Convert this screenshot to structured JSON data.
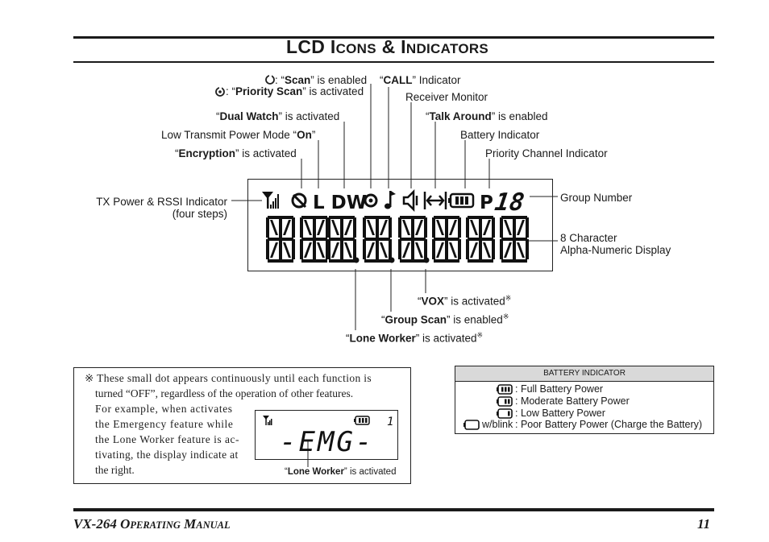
{
  "title": {
    "first": "LCD I",
    "s1": "CONS",
    "amp": " & I",
    "s2": "NDICATORS"
  },
  "labels": {
    "scan_a": "“Scan” is enabled",
    "scan_b": "“Priority Scan” is activated",
    "call": "“CALL” Indicator",
    "receiver_monitor": "Receiver Monitor",
    "dual_watch": "“Dual Watch” is activated",
    "talk_around": "“Talk Around” is enabled",
    "low_power": "Low Transmit Power Mode “On”",
    "battery": "Battery Indicator",
    "encryption": "“Encryption” is activated",
    "priority_channel": "Priority Channel Indicator",
    "tx_power_1": "TX Power & RSSI Indicator",
    "tx_power_2": "(four steps)",
    "group_number": "Group Number",
    "char_display_1": "8 Character",
    "char_display_2": "Alpha-Numeric Display",
    "vox": "“VOX” is activated",
    "group_scan": "“Group Scan” is enabled",
    "lone_worker": "“Lone Worker” is activated"
  },
  "lcd": {
    "icons_text": "L DW",
    "group_digits": "18",
    "chars": "88888888"
  },
  "note": {
    "line1": "※ These small dot appears continuously until each function is",
    "line2": "turned “OFF”, regardless of the operation of other features.",
    "line3": "For example, when activates",
    "line4": "the Emergency feature while",
    "line5": "the Lone Worker feature is ac-",
    "line6": "tivating, the display indicate at",
    "line7": "the right.",
    "mini_display": "-EMG-",
    "mini_group": "1",
    "mini_caption": "“Lone Worker” is activated"
  },
  "battery_table": {
    "heading": "BATTERY INDICATOR",
    "rows": [
      {
        "prefix": "",
        "text": ": Full Battery Power"
      },
      {
        "prefix": "",
        "text": ": Moderate Battery Power"
      },
      {
        "prefix": "",
        "text": ": Low Battery Power"
      },
      {
        "prefix": "w/blink",
        "text": ": Poor Battery Power (Charge the Battery)"
      }
    ]
  },
  "footer": {
    "model": "VX-264 ",
    "o": "O",
    "perating": "PERATING",
    "m": " M",
    "anual": "ANUAL",
    "page": "11"
  }
}
